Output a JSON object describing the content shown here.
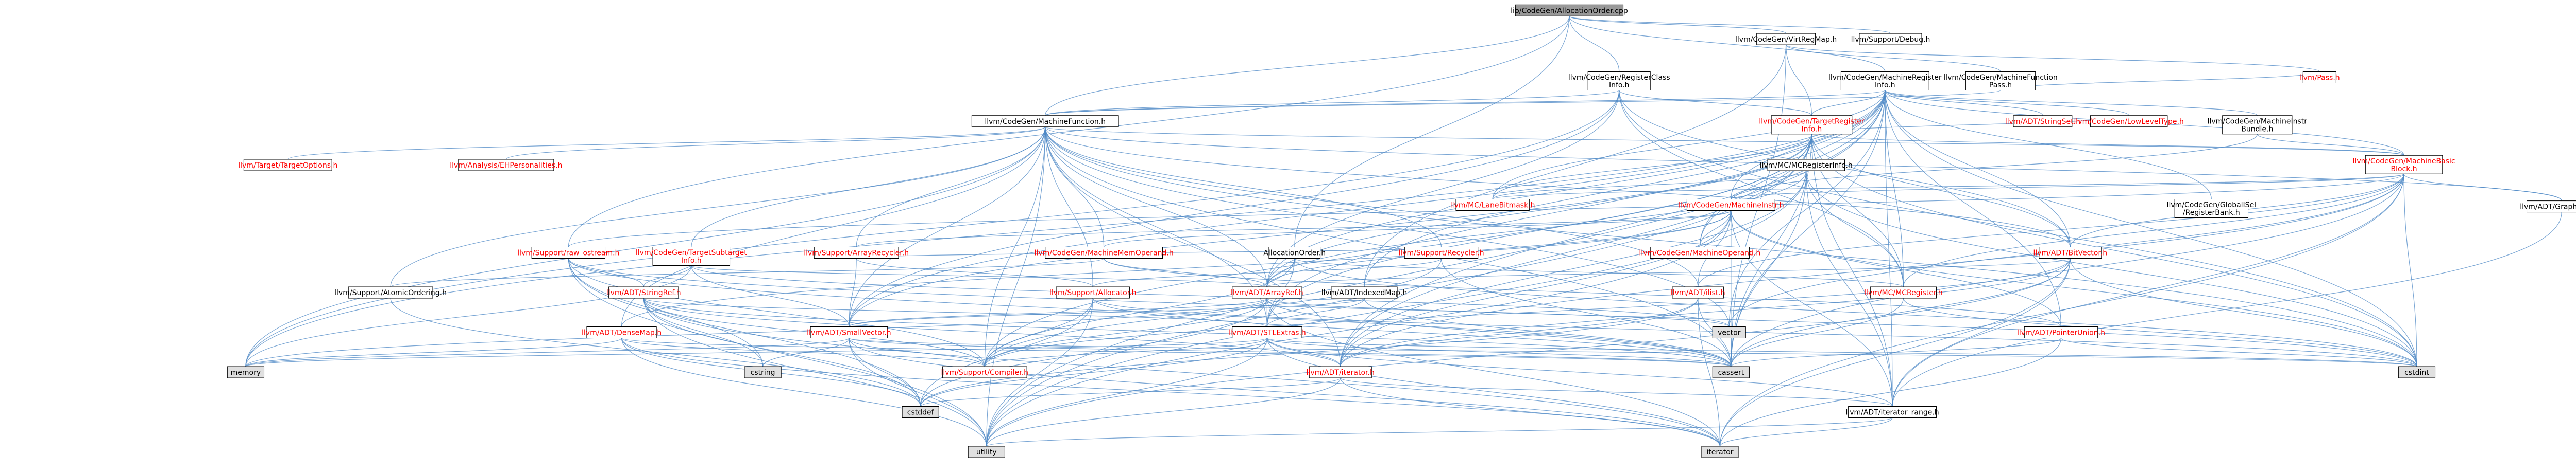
{
  "colors": {
    "root_fill": "#999999",
    "file_fill": "#ffffff",
    "std_fill": "#e0e0e0",
    "red_text": "#ff0000",
    "edge": "#4d88c6"
  },
  "nodes": [
    {
      "id": "root",
      "lines": [
        "lib/CodeGen/AllocationOrder.cpp"
      ],
      "kind": "root"
    },
    {
      "id": "vrm",
      "lines": [
        "llvm/CodeGen/VirtRegMap.h"
      ],
      "kind": "file"
    },
    {
      "id": "debug",
      "lines": [
        "llvm/Support/Debug.h"
      ],
      "kind": "file"
    },
    {
      "id": "mri",
      "lines": [
        "llvm/CodeGen/MachineRegister",
        "Info.h"
      ],
      "kind": "file"
    },
    {
      "id": "rci",
      "lines": [
        "llvm/CodeGen/RegisterClass",
        "Info.h"
      ],
      "kind": "file"
    },
    {
      "id": "mfp",
      "lines": [
        "llvm/CodeGen/MachineFunction",
        "Pass.h"
      ],
      "kind": "file"
    },
    {
      "id": "pass",
      "lines": [
        "llvm/Pass.h"
      ],
      "kind": "red"
    },
    {
      "id": "mf",
      "lines": [
        "llvm/CodeGen/MachineFunction.h"
      ],
      "kind": "file"
    },
    {
      "id": "tri",
      "lines": [
        "llvm/CodeGen/TargetRegister",
        "Info.h"
      ],
      "kind": "red"
    },
    {
      "id": "strset",
      "lines": [
        "llvm/ADT/StringSet.h"
      ],
      "kind": "red"
    },
    {
      "id": "llt",
      "lines": [
        "llvm/CodeGen/LowLevelType.h"
      ],
      "kind": "red"
    },
    {
      "id": "mib",
      "lines": [
        "llvm/CodeGen/MachineInstr",
        "Bundle.h"
      ],
      "kind": "file"
    },
    {
      "id": "mcri",
      "lines": [
        "llvm/MC/MCRegisterInfo.h"
      ],
      "kind": "file"
    },
    {
      "id": "mbb",
      "lines": [
        "llvm/CodeGen/MachineBasic",
        "Block.h"
      ],
      "kind": "red"
    },
    {
      "id": "tto",
      "lines": [
        "llvm/Target/TargetOptions.h"
      ],
      "kind": "red"
    },
    {
      "id": "ehp",
      "lines": [
        "llvm/Analysis/EHPersonalities.h"
      ],
      "kind": "red"
    },
    {
      "id": "lanebm",
      "lines": [
        "llvm/MC/LaneBitmask.h"
      ],
      "kind": "red"
    },
    {
      "id": "gt",
      "lines": [
        "llvm/ADT/GraphTraits.h"
      ],
      "kind": "file"
    },
    {
      "id": "grb",
      "lines": [
        "llvm/CodeGen/GlobalISel",
        "/RegisterBank.h"
      ],
      "kind": "file"
    },
    {
      "id": "mi",
      "lines": [
        "llvm/CodeGen/MachineInstr.h"
      ],
      "kind": "red"
    },
    {
      "id": "rawos",
      "lines": [
        "llvm/Support/raw_ostream.h"
      ],
      "kind": "red"
    },
    {
      "id": "tsi",
      "lines": [
        "llvm/CodeGen/TargetSubtarget",
        "Info.h"
      ],
      "kind": "red"
    },
    {
      "id": "arec",
      "lines": [
        "llvm/Support/ArrayRecycler.h"
      ],
      "kind": "red"
    },
    {
      "id": "mmo",
      "lines": [
        "llvm/CodeGen/MachineMemOperand.h"
      ],
      "kind": "red"
    },
    {
      "id": "ao",
      "lines": [
        "AllocationOrder.h"
      ],
      "kind": "file"
    },
    {
      "id": "rec",
      "lines": [
        "llvm/Support/Recycler.h"
      ],
      "kind": "red"
    },
    {
      "id": "mo",
      "lines": [
        "llvm/CodeGen/MachineOperand.h"
      ],
      "kind": "red"
    },
    {
      "id": "bitv",
      "lines": [
        "llvm/ADT/BitVector.h"
      ],
      "kind": "red"
    },
    {
      "id": "mcreg",
      "lines": [
        "llvm/MC/MCRegister.h"
      ],
      "kind": "red"
    },
    {
      "id": "ilist",
      "lines": [
        "llvm/ADT/ilist.h"
      ],
      "kind": "red"
    },
    {
      "id": "atom",
      "lines": [
        "llvm/Support/AtomicOrdering.h"
      ],
      "kind": "file"
    },
    {
      "id": "strref",
      "lines": [
        "llvm/ADT/StringRef.h"
      ],
      "kind": "red"
    },
    {
      "id": "alloc",
      "lines": [
        "llvm/Support/Allocator.h"
      ],
      "kind": "red"
    },
    {
      "id": "arrref",
      "lines": [
        "llvm/ADT/ArrayRef.h"
      ],
      "kind": "red"
    },
    {
      "id": "idxmap",
      "lines": [
        "llvm/ADT/IndexedMap.h"
      ],
      "kind": "file"
    },
    {
      "id": "dmap",
      "lines": [
        "llvm/ADT/DenseMap.h"
      ],
      "kind": "red"
    },
    {
      "id": "smallv",
      "lines": [
        "llvm/ADT/SmallVector.h"
      ],
      "kind": "red"
    },
    {
      "id": "stlext",
      "lines": [
        "llvm/ADT/STLExtras.h"
      ],
      "kind": "red"
    },
    {
      "id": "ptrun",
      "lines": [
        "llvm/ADT/PointerUnion.h"
      ],
      "kind": "red"
    },
    {
      "id": "vector",
      "lines": [
        "vector"
      ],
      "kind": "std"
    },
    {
      "id": "iter",
      "lines": [
        "llvm/ADT/iterator.h"
      ],
      "kind": "red"
    },
    {
      "id": "compiler",
      "lines": [
        "llvm/Support/Compiler.h"
      ],
      "kind": "red"
    },
    {
      "id": "memory",
      "lines": [
        "memory"
      ],
      "kind": "std"
    },
    {
      "id": "cstring",
      "lines": [
        "cstring"
      ],
      "kind": "std"
    },
    {
      "id": "cassert",
      "lines": [
        "cassert"
      ],
      "kind": "std"
    },
    {
      "id": "cstdint",
      "lines": [
        "cstdint"
      ],
      "kind": "std"
    },
    {
      "id": "cstddef",
      "lines": [
        "cstddef"
      ],
      "kind": "std"
    },
    {
      "id": "itrange",
      "lines": [
        "llvm/ADT/iterator_range.h"
      ],
      "kind": "file"
    },
    {
      "id": "utility",
      "lines": [
        "utility"
      ],
      "kind": "std"
    },
    {
      "id": "iterator",
      "lines": [
        "iterator"
      ],
      "kind": "std"
    }
  ]
}
